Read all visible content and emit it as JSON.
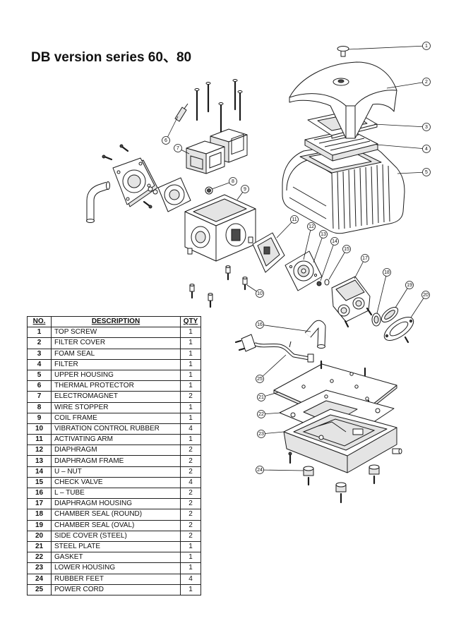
{
  "title": "DB version series 60、80",
  "table": {
    "headers": {
      "no": "NO.",
      "description": "DESCRIPTION",
      "qty": "QTY"
    },
    "rows": [
      {
        "no": "1",
        "description": "TOP SCREW",
        "qty": "1"
      },
      {
        "no": "2",
        "description": "FILTER COVER",
        "qty": "1"
      },
      {
        "no": "3",
        "description": "FOAM SEAL",
        "qty": "1"
      },
      {
        "no": "4",
        "description": "FILTER",
        "qty": "1"
      },
      {
        "no": "5",
        "description": "UPPER HOUSING",
        "qty": "1"
      },
      {
        "no": "6",
        "description": "THERMAL PROTECTOR",
        "qty": "1"
      },
      {
        "no": "7",
        "description": "ELECTROMAGNET",
        "qty": "2"
      },
      {
        "no": "8",
        "description": "WIRE STOPPER",
        "qty": "1"
      },
      {
        "no": "9",
        "description": "COIL FRAME",
        "qty": "1"
      },
      {
        "no": "10",
        "description": "VIBRATION CONTROL RUBBER",
        "qty": "4"
      },
      {
        "no": "11",
        "description": "ACTIVATING ARM",
        "qty": "1"
      },
      {
        "no": "12",
        "description": "DIAPHRAGM",
        "qty": "2"
      },
      {
        "no": "13",
        "description": "DIAPHRAGM FRAME",
        "qty": "2"
      },
      {
        "no": "14",
        "description": "U – NUT",
        "qty": "2"
      },
      {
        "no": "15",
        "description": "CHECK VALVE",
        "qty": "4"
      },
      {
        "no": "16",
        "description": "L – TUBE",
        "qty": "2"
      },
      {
        "no": "17",
        "description": "DIAPHRAGM HOUSING",
        "qty": "2"
      },
      {
        "no": "18",
        "description": "CHAMBER SEAL (ROUND)",
        "qty": "2"
      },
      {
        "no": "19",
        "description": "CHAMBER SEAL (OVAL)",
        "qty": "2"
      },
      {
        "no": "20",
        "description": "SIDE COVER (STEEL)",
        "qty": "2"
      },
      {
        "no": "21",
        "description": "STEEL PLATE",
        "qty": "1"
      },
      {
        "no": "22",
        "description": "GASKET",
        "qty": "1"
      },
      {
        "no": "23",
        "description": "LOWER HOUSING",
        "qty": "1"
      },
      {
        "no": "24",
        "description": "RUBBER FEET",
        "qty": "4"
      },
      {
        "no": "25",
        "description": "POWER CORD",
        "qty": "1"
      }
    ]
  },
  "callouts": [
    "1",
    "2",
    "3",
    "4",
    "5",
    "6",
    "7",
    "8",
    "9",
    "10",
    "11",
    "12",
    "13",
    "14",
    "15",
    "16",
    "17",
    "18",
    "19",
    "20",
    "21",
    "22",
    "23",
    "24",
    "25"
  ]
}
